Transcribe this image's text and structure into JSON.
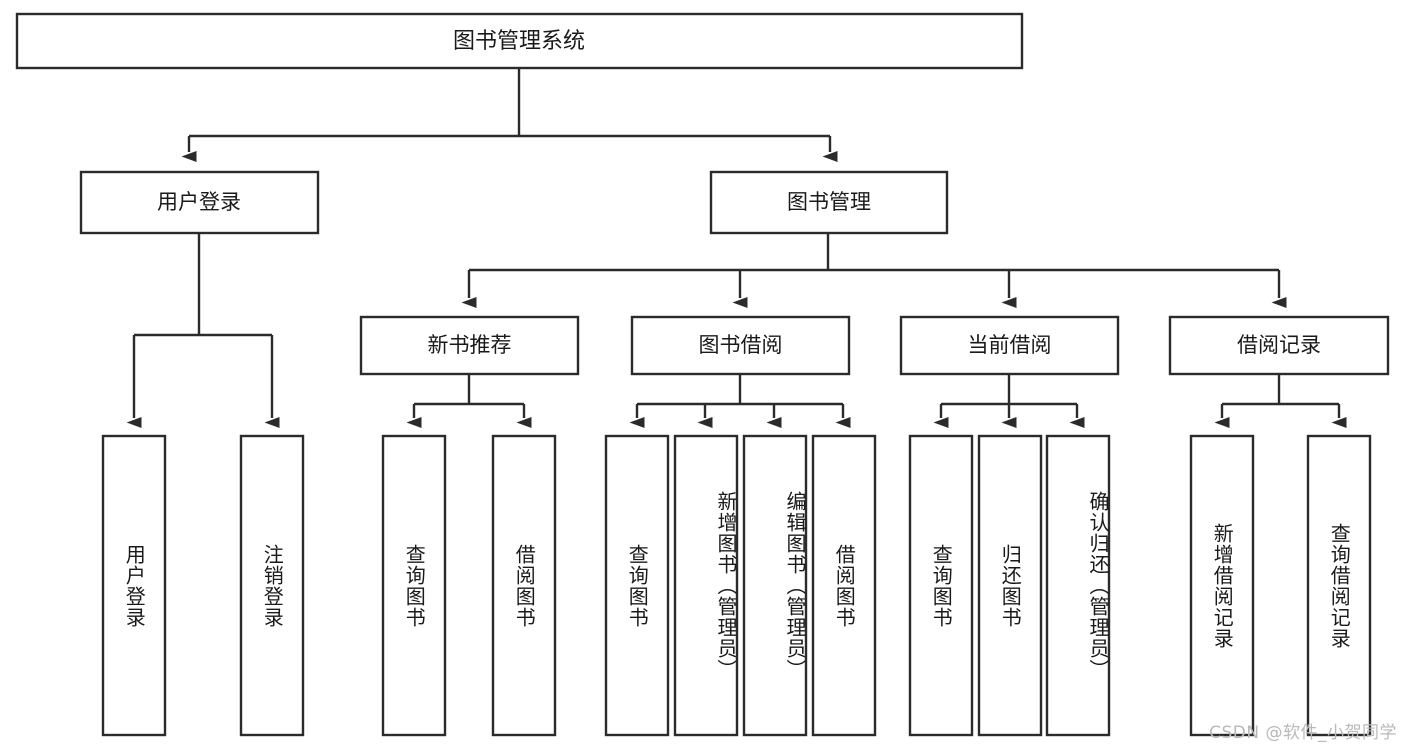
{
  "diagram": {
    "title": "图书管理系统",
    "type": "tree-hierarchy-chart",
    "root": {
      "label": "图书管理系统"
    },
    "level2": [
      {
        "label": "用户登录"
      },
      {
        "label": "图书管理"
      }
    ],
    "level3": [
      {
        "label": "新书推荐"
      },
      {
        "label": "图书借阅"
      },
      {
        "label": "当前借阅"
      },
      {
        "label": "借阅记录"
      }
    ],
    "leaves": {
      "user_login": [
        {
          "label": "用户登录"
        },
        {
          "label": "注销登录"
        }
      ],
      "new_book_recommend": [
        {
          "label": "查询图书"
        },
        {
          "label": "借阅图书"
        }
      ],
      "book_borrow": [
        {
          "label": "查询图书"
        },
        {
          "label": "新增图书（管理员）"
        },
        {
          "label": "编辑图书（管理员）"
        },
        {
          "label": "借阅图书"
        }
      ],
      "current_borrow": [
        {
          "label": "查询图书"
        },
        {
          "label": "归还图书"
        },
        {
          "label": "确认归还（管理员）"
        }
      ],
      "borrow_record": [
        {
          "label": "新增借阅记录"
        },
        {
          "label": "查询借阅记录"
        }
      ]
    }
  },
  "watermark": {
    "text": "CSDN @软件_小贺同学"
  },
  "colors": {
    "stroke": "#2b2b2b",
    "fill": "#ffffff",
    "text": "#1a1a1a",
    "watermark": "#b9b9b9",
    "background": "#ffffff"
  }
}
